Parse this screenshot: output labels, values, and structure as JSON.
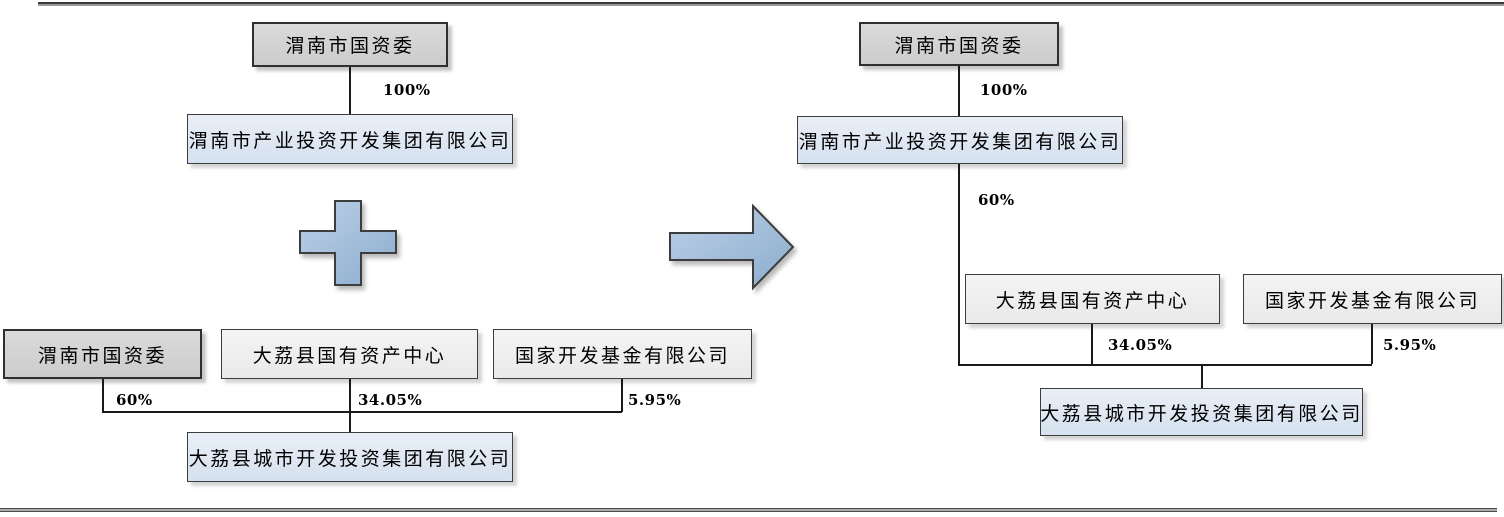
{
  "left": {
    "sasac_top": "渭南市国资委",
    "pct_sasac_group": "100%",
    "group_company": "渭南市产业投资开发集团有限公司",
    "sasac_bottom": "渭南市国资委",
    "pct_sasac_city": "60%",
    "asset_center": "大荔县国有资产中心",
    "pct_asset_city": "34.05%",
    "fund_company": "国家开发基金有限公司",
    "pct_fund_city": "5.95%",
    "city_company": "大荔县城市开发投资集团有限公司"
  },
  "right": {
    "sasac_top": "渭南市国资委",
    "pct_sasac_group": "100%",
    "group_company": "渭南市产业投资开发集团有限公司",
    "pct_group_city": "60%",
    "asset_center": "大荔县国有资产中心",
    "pct_asset_city": "34.05%",
    "fund_company": "国家开发基金有限公司",
    "pct_fund_city": "5.95%",
    "city_company": "大荔县城市开发投资集团有限公司"
  },
  "icons": {
    "plus": "plus-icon",
    "arrow": "arrow-right-icon"
  },
  "colors": {
    "box_blue": "#dce6f2",
    "box_gray": "#d3d3d3",
    "box_light": "#f0f0f0",
    "shape_fill": "#8eaccd",
    "shape_fill_light": "#b9cde5",
    "border": "#3d3d3d",
    "connector": "#1a1a1a",
    "rule": "#8c8c8c"
  }
}
